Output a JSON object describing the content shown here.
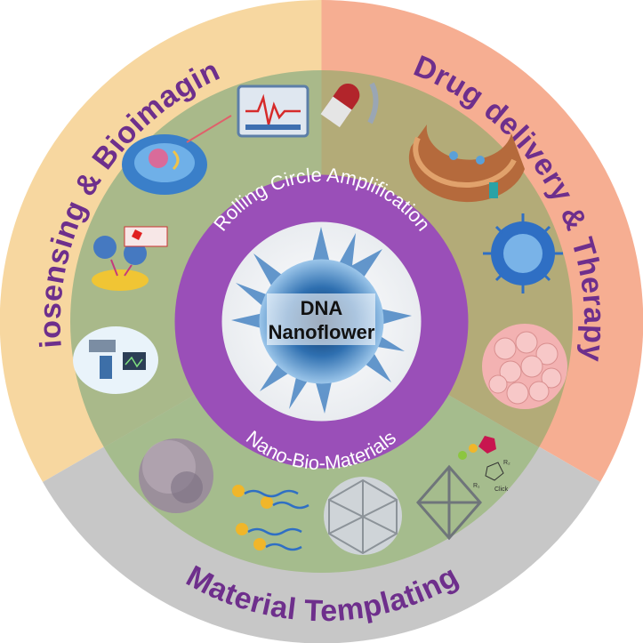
{
  "sectors": {
    "biosensing": {
      "title": "Biosensing & Bioimaging",
      "color": "#f7d7a0",
      "inner_color": "#a9b98a"
    },
    "drug_delivery": {
      "title": "Drug delivery & Therapy",
      "color": "#f6ae92",
      "inner_color": "#b3ab78"
    },
    "templating": {
      "title": "Material Templating",
      "color": "#c7c7c7",
      "inner_color": "#a5bc8d"
    }
  },
  "ring": {
    "top_label": "Rolling Circle Amplification",
    "bottom_label": "Nano-Bio-Materials",
    "color": "#9a4fb8"
  },
  "core": {
    "line1": "DNA",
    "line2": "Nanoflower"
  },
  "icons": {
    "click_label": "Click",
    "r1": "R₁",
    "r2": "R₂"
  }
}
